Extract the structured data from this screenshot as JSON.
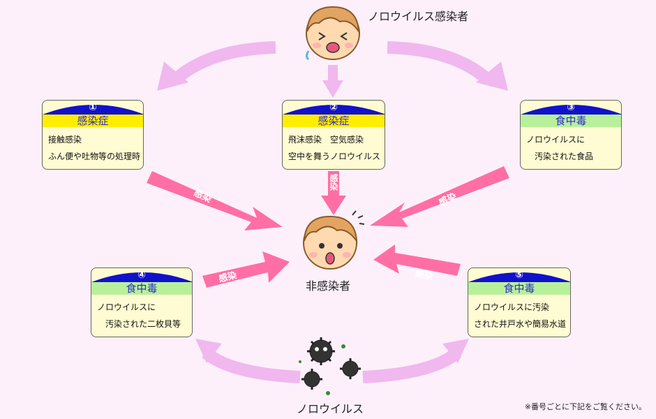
{
  "top_person_label": "ノロウイルス感染者",
  "center_person_label": "非感染者",
  "virus_label": "ノロウイルス",
  "note": "※番号ごとに下記をご覧ください。",
  "arrow_text": "感染",
  "colors": {
    "background": "#fdf0fb",
    "dome_blue": "#1111cc",
    "band_yellow": "#ffee00",
    "band_green": "#b8f09a",
    "pink_arrow": "#ff6fa3",
    "light_arrow": "#f0b8ee"
  },
  "cards": [
    {
      "num": "①",
      "title": "感染症",
      "band": "yellow",
      "lines": [
        "接触感染",
        "ふん便や吐物等の処理時"
      ]
    },
    {
      "num": "②",
      "title": "感染症",
      "band": "yellow",
      "lines": [
        "飛沫感染　空気感染",
        "空中を舞うノロウイルス"
      ]
    },
    {
      "num": "③",
      "title": "食中毒",
      "band": "green",
      "lines": [
        "ノロウイルスに",
        "　汚染された食品"
      ]
    },
    {
      "num": "④",
      "title": "食中毒",
      "band": "green",
      "lines": [
        "ノロウイルスに",
        "　汚染された二枚貝等"
      ]
    },
    {
      "num": "⑤",
      "title": "食中毒",
      "band": "green",
      "lines": [
        "ノロウイルスに汚染",
        "された井戸水や簡易水道"
      ]
    }
  ]
}
